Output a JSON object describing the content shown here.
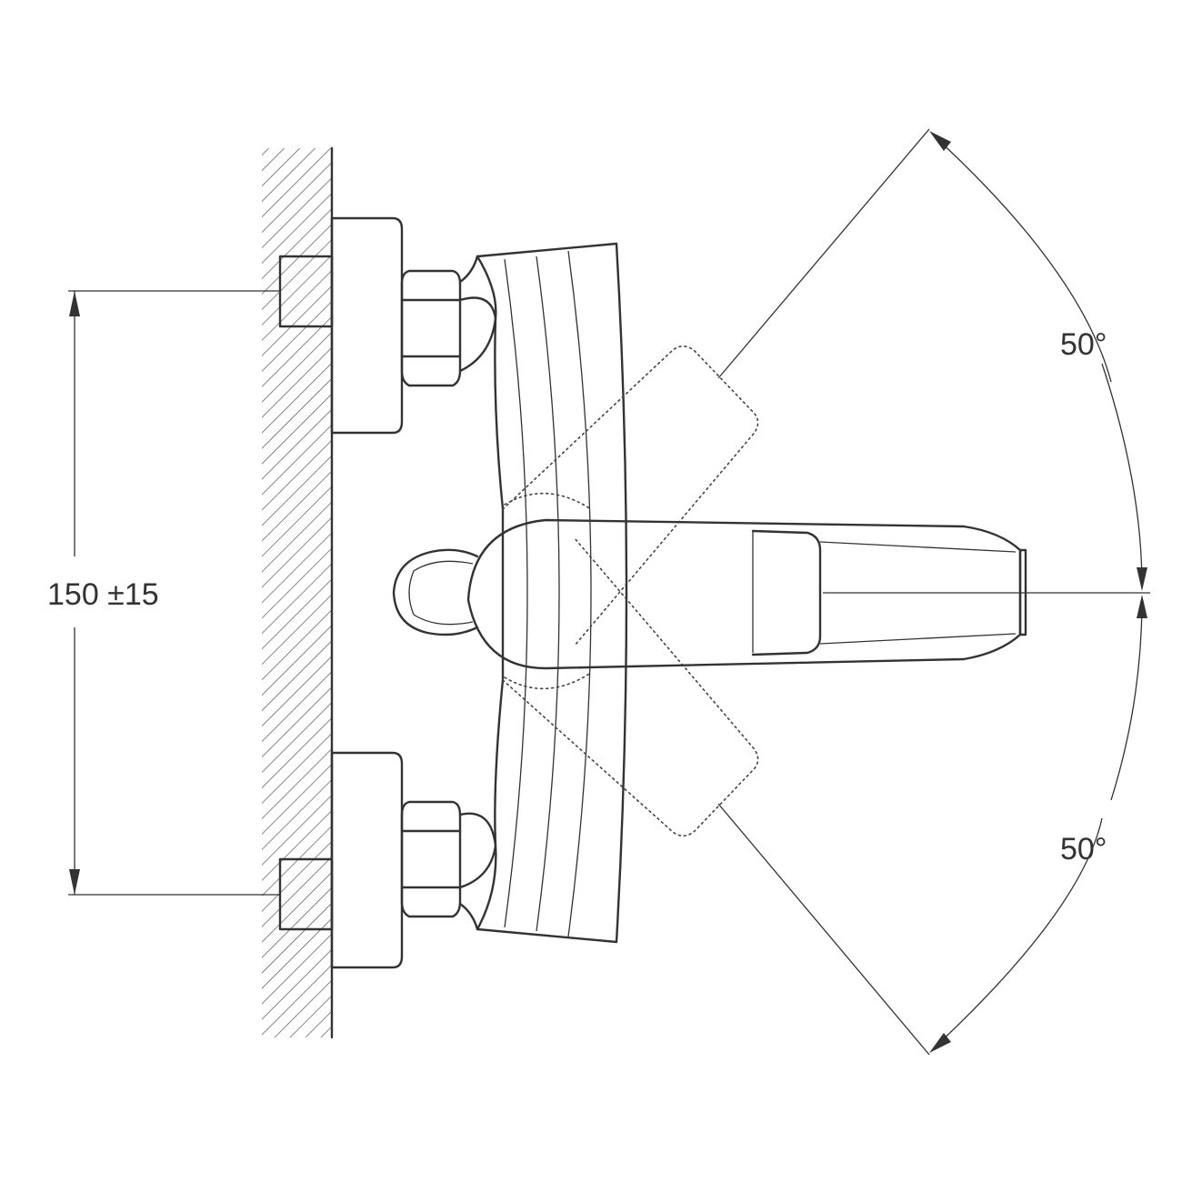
{
  "dimensions": {
    "vertical_spacing": "150 ±15",
    "angle_upper": "50°",
    "angle_lower": "50°"
  },
  "colors": {
    "line": "#333333",
    "background": "#ffffff"
  }
}
